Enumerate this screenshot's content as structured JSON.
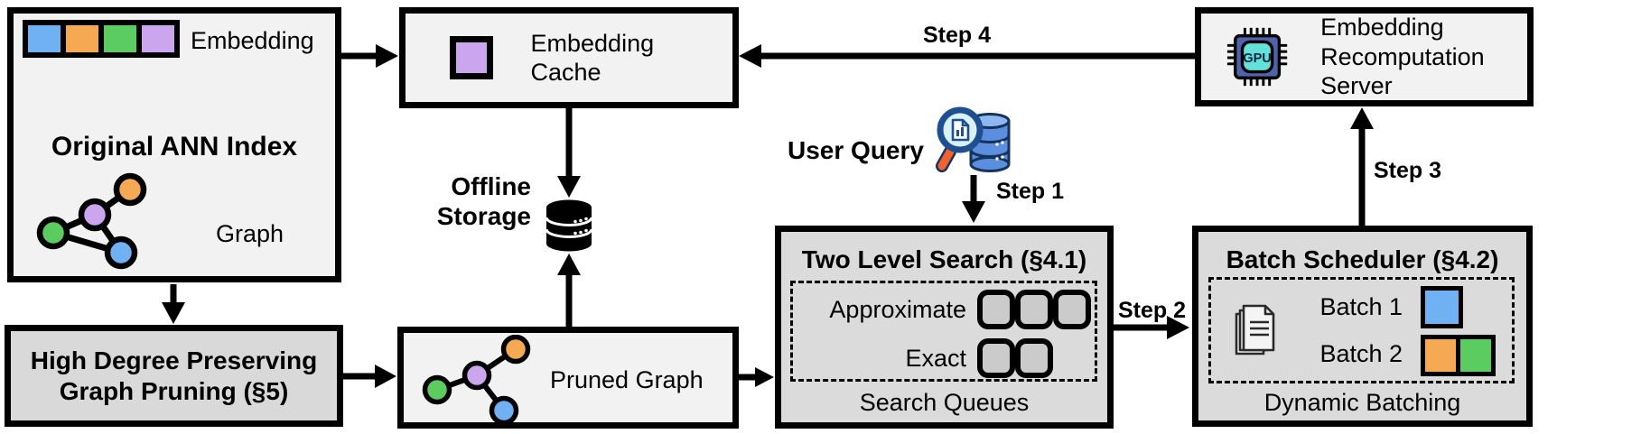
{
  "diagram": {
    "ann_index": {
      "title": "Original ANN Index",
      "embedding_label": "Embedding",
      "graph_label": "Graph"
    },
    "embedding_cache": {
      "title": "Embedding Cache"
    },
    "offline_storage": {
      "label": "Offline Storage"
    },
    "user_query": {
      "label": "User Query"
    },
    "recomputation_server": {
      "title": "Embedding Recomputation Server",
      "gpu_label": "GPU"
    },
    "two_level_search": {
      "title": "Two Level Search (§4.1)",
      "approximate_label": "Approximate",
      "exact_label": "Exact",
      "approximate_queue_count": 3,
      "exact_queue_count": 2,
      "footer": "Search Queues"
    },
    "batch_scheduler": {
      "title": "Batch Scheduler (§4.2)",
      "batch1_label": "Batch 1",
      "batch2_label": "Batch 2",
      "footer": "Dynamic Batching"
    },
    "graph_pruning": {
      "title": "High Degree Preserving Graph Pruning (§5)"
    },
    "pruned_graph": {
      "label": "Pruned Graph"
    },
    "steps": {
      "step1": "Step 1",
      "step2": "Step 2",
      "step3": "Step 3",
      "step4": "Step 4"
    },
    "icons": {
      "gpu": "gpu-chip-icon",
      "offline_storage": "database-icon",
      "user_query": "magnifier-over-database-icon",
      "batch_docs": "stacked-documents-icon",
      "ann_graph": "graph-nodes-icon",
      "pruned_graph": "pruned-graph-nodes-icon"
    },
    "colors": {
      "node_blue": "#6FB1F2",
      "node_orange": "#F5A952",
      "node_green": "#5BCD60",
      "node_purple": "#CBA6EF",
      "box_light_bg": "#F2F2F2",
      "box_dark_bg": "#DBDBDB",
      "queue_fill": "#CBCBCB",
      "gpu_chip_outer": "#4F63AD",
      "gpu_chip_inner": "#63E2D9",
      "magnifier_handle": "#F2622E",
      "query_db_blue": "#5C8EE0",
      "arrow_black": "#000000"
    }
  }
}
